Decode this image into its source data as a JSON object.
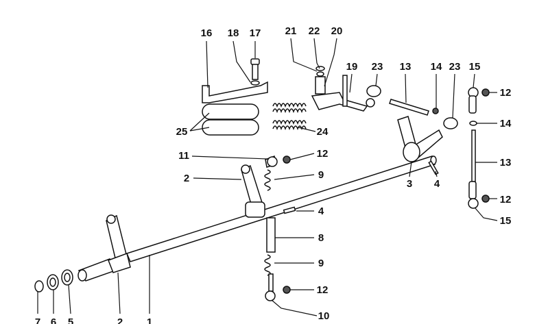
{
  "diagram": {
    "type": "exploded-parts-diagram",
    "callouts": [
      "16",
      "18",
      "17",
      "21",
      "22",
      "20",
      "19",
      "23",
      "13",
      "14",
      "23",
      "15",
      "12",
      "14",
      "13",
      "25",
      "24",
      "11",
      "12",
      "2",
      "9",
      "3",
      "4",
      "4",
      "8",
      "9",
      "12",
      "15",
      "12",
      "10",
      "7",
      "6",
      "5",
      "2",
      "1"
    ]
  }
}
